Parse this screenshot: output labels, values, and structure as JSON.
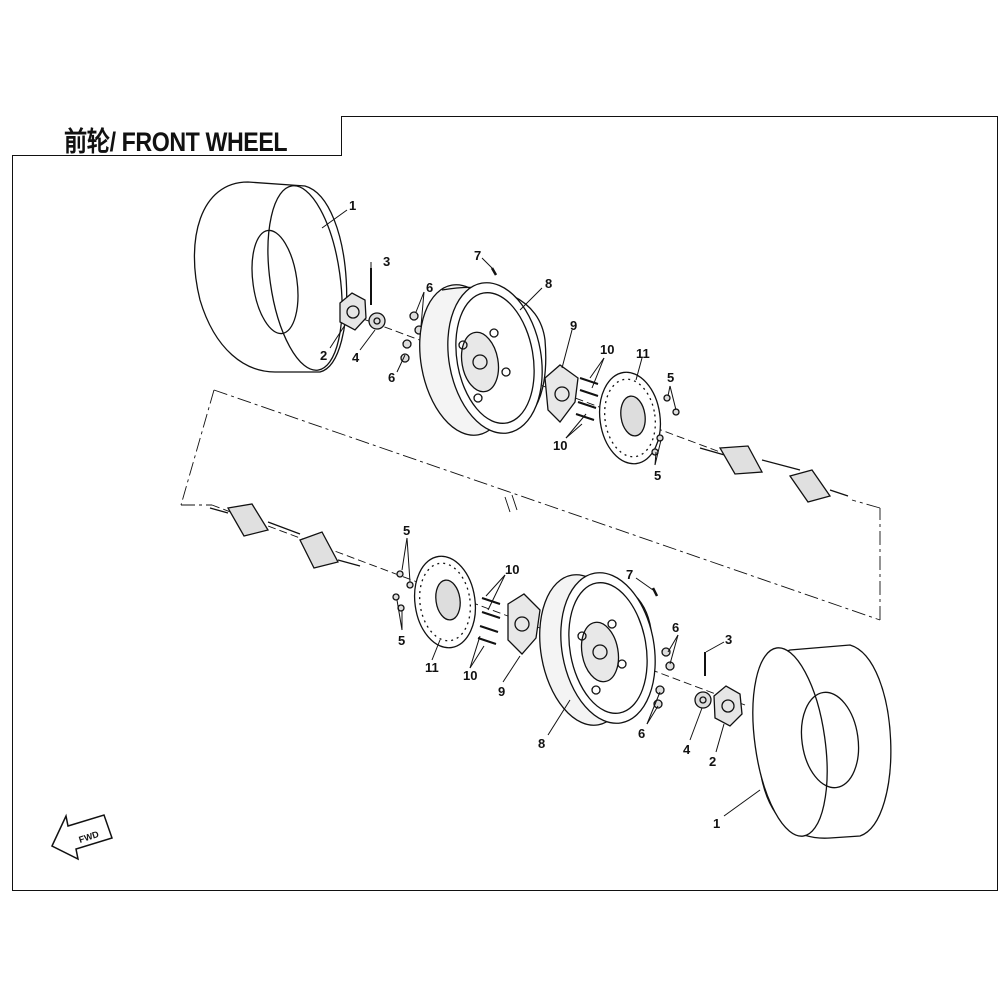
{
  "title": "前轮/ FRONT WHEEL",
  "fwd_label": "FWD",
  "callouts": {
    "u1": "1",
    "u2": "2",
    "u3": "3",
    "u4": "4",
    "u6a": "6",
    "u6b": "6",
    "u7": "7",
    "u8": "8",
    "u9": "9",
    "u10a": "10",
    "u10b": "10",
    "u11": "11",
    "u5a": "5",
    "u5b": "5",
    "l5a": "5",
    "l5b": "5",
    "l10a": "10",
    "l10b": "10",
    "l11": "11",
    "l9": "9",
    "l7": "7",
    "l8": "8",
    "l6a": "6",
    "l6b": "6",
    "l3": "3",
    "l4": "4",
    "l2": "2",
    "l1": "1"
  },
  "colors": {
    "line": "#111111",
    "shade": "#cfcfcf",
    "paper": "#ffffff"
  }
}
